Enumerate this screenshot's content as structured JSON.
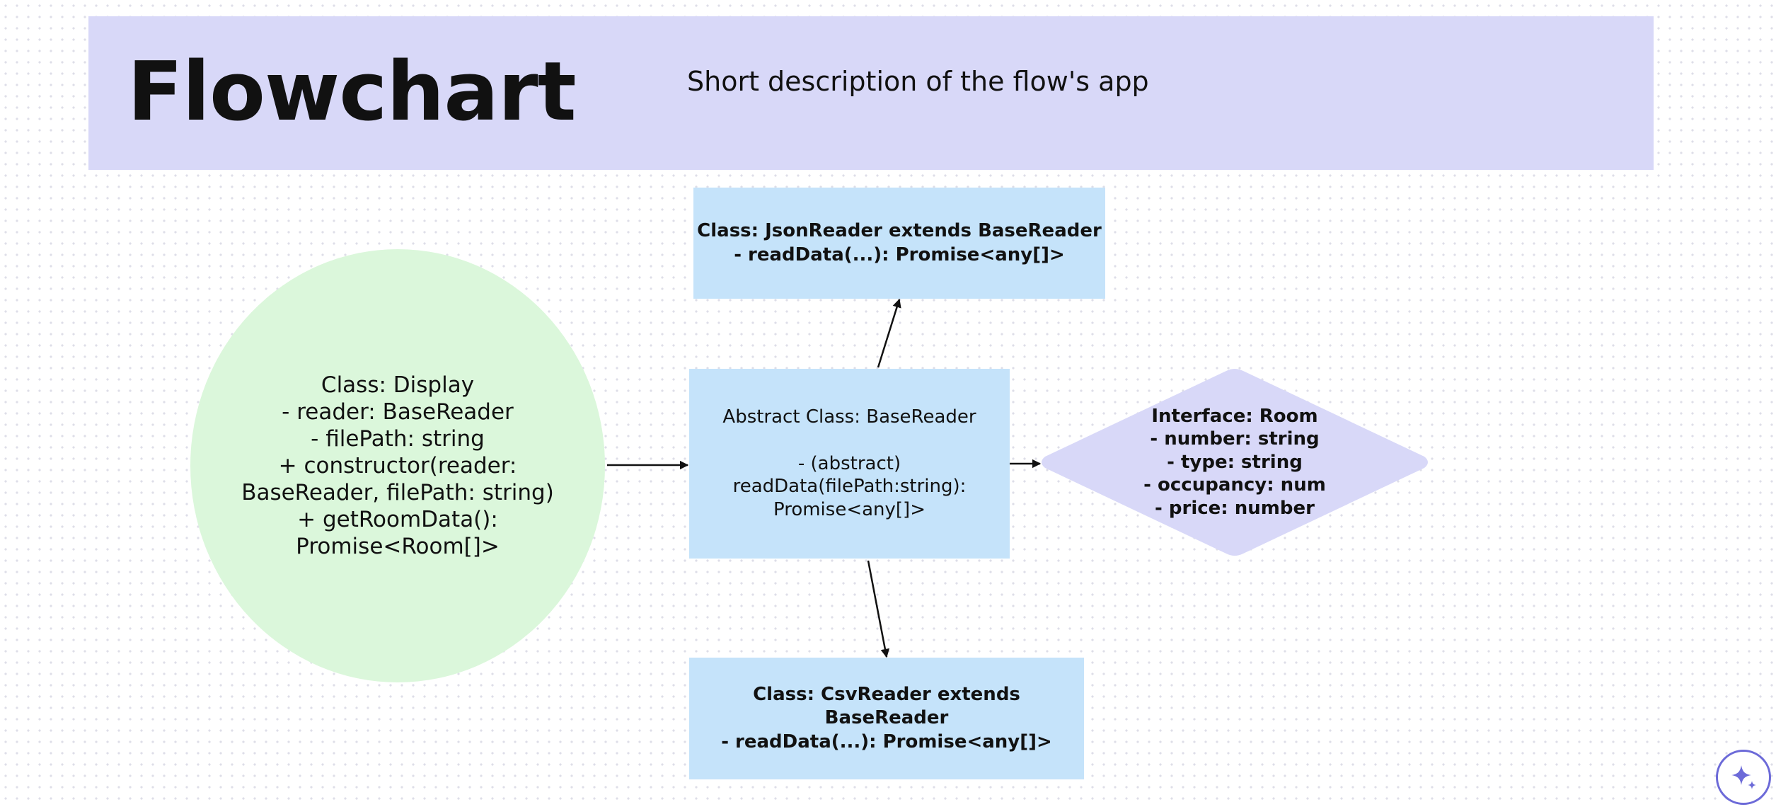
{
  "header": {
    "title": "Flowchart",
    "subtitle": "Short description of the flow's app"
  },
  "nodes": {
    "display": {
      "shape": "ellipse",
      "label": "Class:  Display\n- reader: BaseReader\n- filePath: string\n+ constructor(reader:\nBaseReader, filePath: string)\n+ getRoomData():\nPromise<Room[]>"
    },
    "base_reader": {
      "shape": "rectangle",
      "label": "Abstract Class: BaseReader\n\n- (abstract)\nreadData(filePath:string):\nPromise<any[]>"
    },
    "json_reader": {
      "shape": "rectangle",
      "label": "Class: JsonReader extends BaseReader\n- readData(...): Promise<any[]>"
    },
    "csv_reader": {
      "shape": "rectangle",
      "label": "Class: CsvReader extends BaseReader\n- readData(...): Promise<any[]>"
    },
    "room": {
      "shape": "diamond",
      "label": "Interface: Room\n- number: string\n- type: string\n- occupancy: num\n- price: number"
    }
  },
  "edges": [
    {
      "from": "display",
      "to": "base_reader"
    },
    {
      "from": "base_reader",
      "to": "json_reader"
    },
    {
      "from": "base_reader",
      "to": "room"
    },
    {
      "from": "base_reader",
      "to": "csv_reader"
    }
  ],
  "colors": {
    "header_bg": "#d8d8f8",
    "box_fill": "#c5e3fa",
    "ellipse_fill": "#dbf7db",
    "diamond_fill": "#d8d8f8",
    "edge": "#111111",
    "ai_accent": "#6c6ad8"
  },
  "icons": {
    "ai_button": "sparkle-icon"
  }
}
